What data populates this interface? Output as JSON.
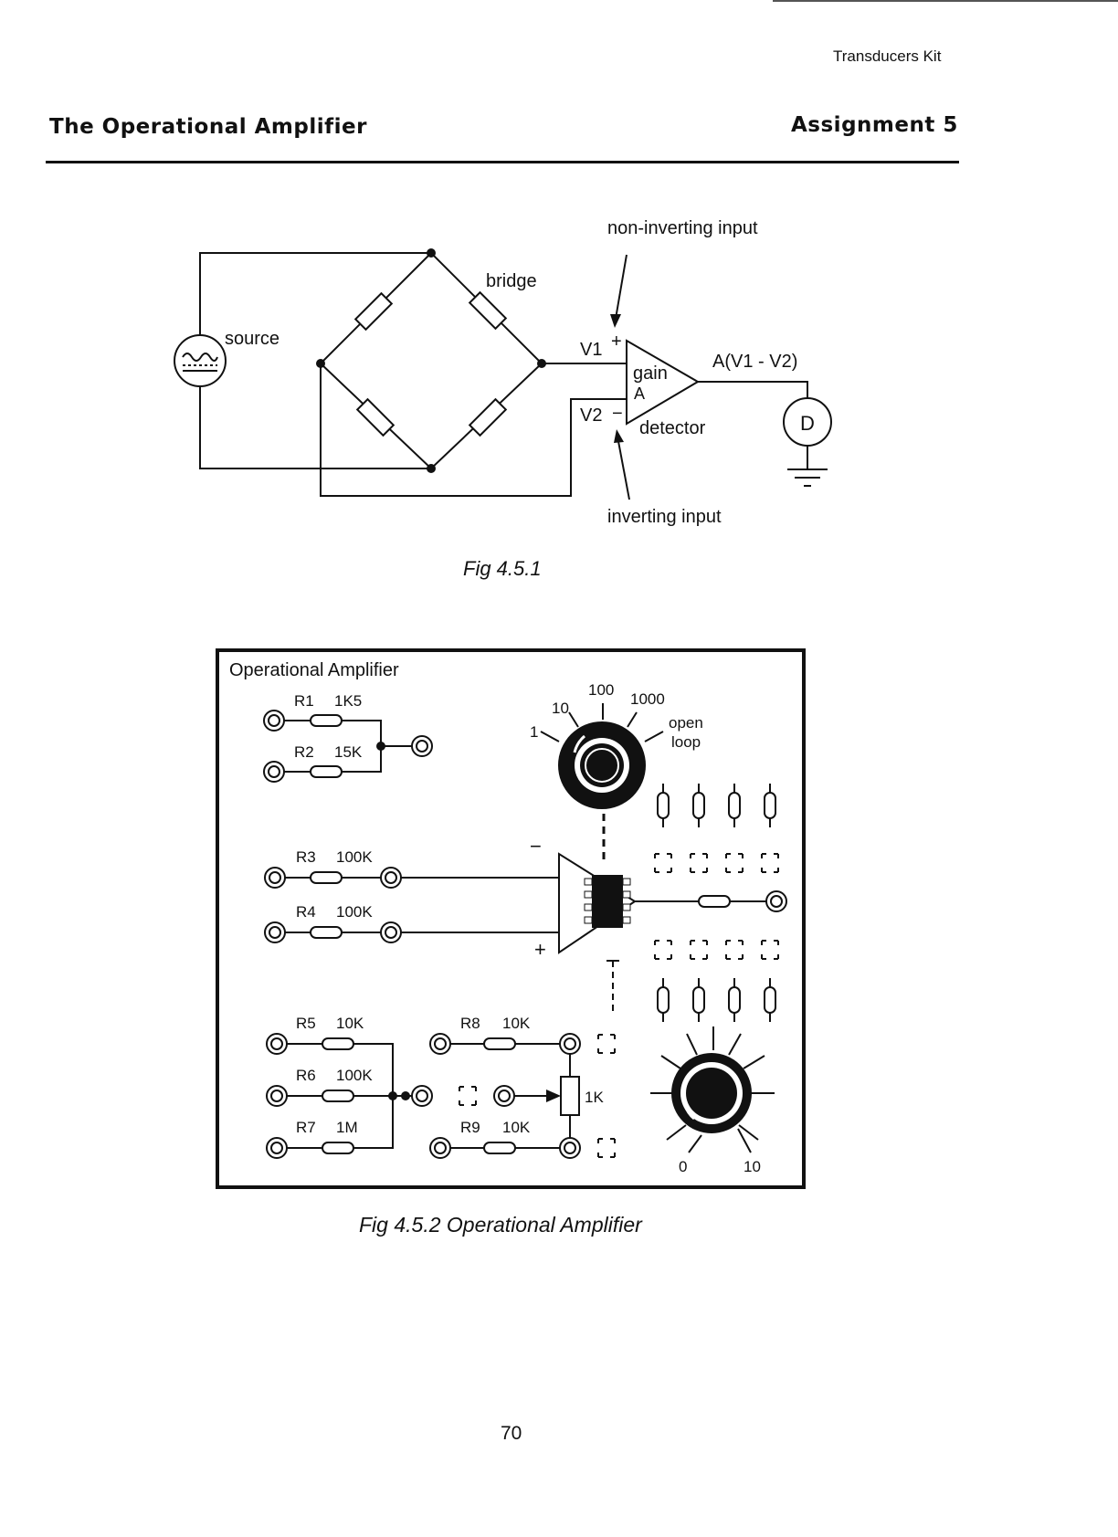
{
  "header": {
    "kit": "Transducers Kit",
    "chapter_title": "The Operational Amplifier",
    "assignment": "Assignment 5"
  },
  "fig1": {
    "caption": "Fig 4.5.1",
    "labels": {
      "source": "source",
      "bridge": "bridge",
      "non_inverting": "non-inverting input",
      "inverting": "inverting input",
      "v1": "V1",
      "v2": "V2",
      "plus": "+",
      "minus": "−",
      "gain": "gain",
      "a": "A",
      "detector": "detector",
      "output": "A(V1 - V2)",
      "d": "D"
    }
  },
  "fig2": {
    "caption": "Fig 4.5.2 Operational Amplifier",
    "panel_title": "Operational Amplifier",
    "gain_dial": {
      "labels": [
        "1",
        "10",
        "100",
        "1000"
      ],
      "open_loop": [
        "open",
        "loop"
      ]
    },
    "resistors": [
      {
        "name": "R1",
        "value": "1K5"
      },
      {
        "name": "R2",
        "value": "15K"
      },
      {
        "name": "R3",
        "value": "100K"
      },
      {
        "name": "R4",
        "value": "100K"
      },
      {
        "name": "R5",
        "value": "10K"
      },
      {
        "name": "R6",
        "value": "100K"
      },
      {
        "name": "R7",
        "value": "1M"
      },
      {
        "name": "R8",
        "value": "10K"
      },
      {
        "name": "R9",
        "value": "10K"
      }
    ],
    "pot_value": "1K",
    "opamp_minus": "−",
    "opamp_plus": "+",
    "offset_dial": {
      "min": "0",
      "max": "10"
    }
  },
  "page_number": "70"
}
